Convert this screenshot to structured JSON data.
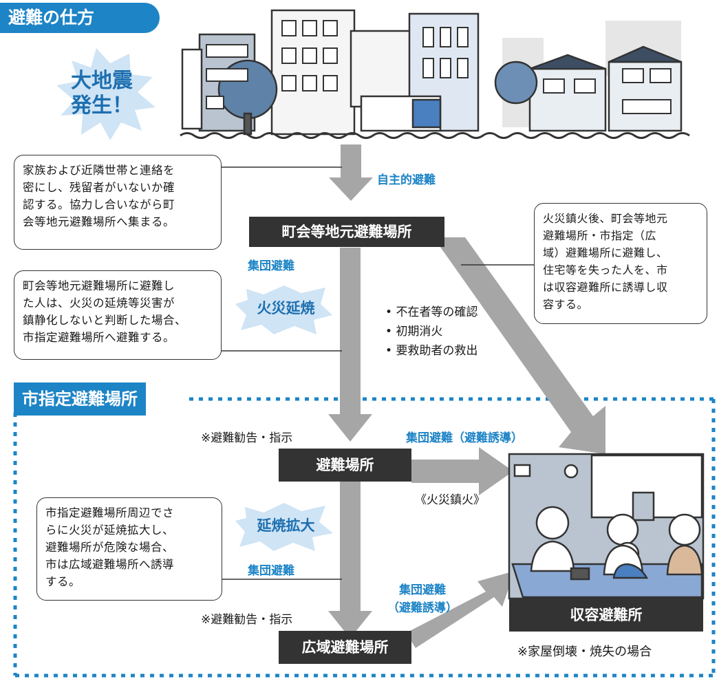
{
  "title": "避難の仕方",
  "quake_burst": "大地震\n発生！",
  "notes": {
    "contact": "家族および近隣世帯と連絡を\n密にし、残留者がいないか確\n認する。協力し合いながら町\n会等地元避難場所へ集まる。",
    "fire_spread": "町会等地元避難場所に避難し\nた人は、火災の延焼等災害が\n鎮静化しないと判断した場合、\n市指定避難場所へ避難する。",
    "after_fire": "火災鎮火後、町会等地元\n避難場所・市指定（広\n域）避難場所に避難し、\n住宅等を失った人を、市\nは収容避難所に誘導し収\n容する。",
    "wide_area": "市指定避難場所周辺でさ\nらに火災が延焼拡大し、\n避難場所が危険な場合、\n市は広域避難場所へ誘導\nする。"
  },
  "labels": {
    "voluntary": "自主的避難",
    "local_site": "町会等地元避難場所",
    "group1": "集団避難",
    "fire_burst": "火災延焼",
    "checklist": [
      "不在者等の確認",
      "初期消火",
      "要救助者の救出"
    ],
    "section_tab": "市指定避難場所",
    "advisory1": "※避難勧告・指示",
    "group_guided": "集団避難（避難誘導）",
    "evac_site": "避難場所",
    "extinguished": "《火災鎮火》",
    "spread_burst": "延焼拡大",
    "group2": "集団避難",
    "advisory2": "※避難勧告・指示",
    "group_guided2": "集団避難\n（避難誘導）",
    "wide_site": "広域避難場所",
    "shelter": "収容避難所",
    "shelter_note": "※家屋倒壊・焼失の場合"
  },
  "colors": {
    "accent_blue": "#1d84c6",
    "arrow_gray": "#a6a6a6",
    "label_dark": "#333333",
    "burst_fill": "#cfe4f5"
  }
}
